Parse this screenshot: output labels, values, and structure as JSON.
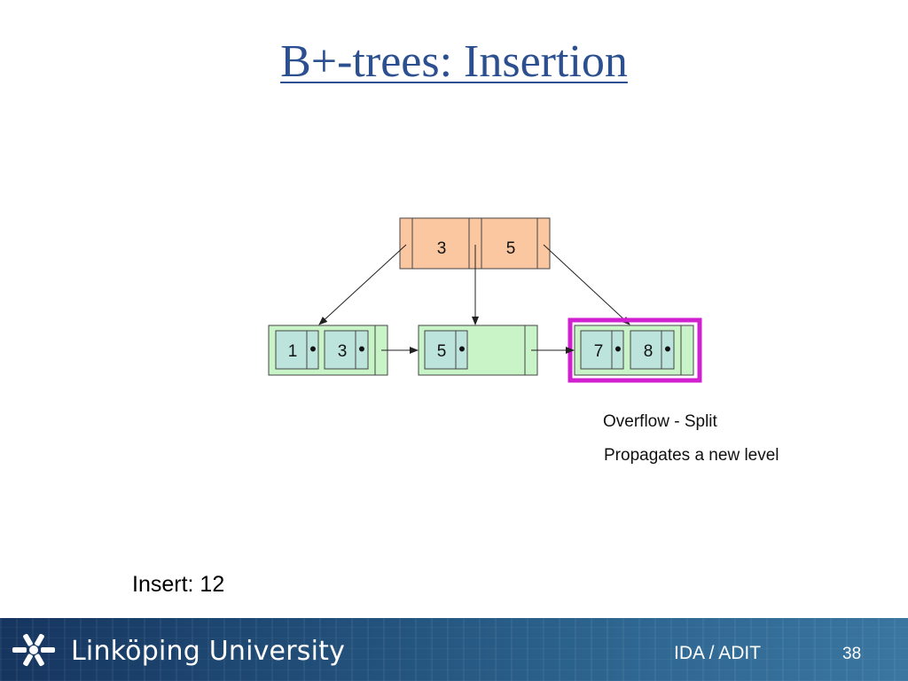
{
  "slide": {
    "title": "B+-trees: Insertion",
    "insert_label": "Insert: 12",
    "captions": {
      "overflow": "Overflow - Split",
      "propagates": "Propagates a new level"
    }
  },
  "tree": {
    "root": {
      "keys": [
        "3",
        "5"
      ]
    },
    "leaves": [
      {
        "keys": [
          "1",
          "3"
        ],
        "highlighted": false
      },
      {
        "keys": [
          "5"
        ],
        "highlighted": false
      },
      {
        "keys": [
          "7",
          "8"
        ],
        "highlighted": true
      }
    ],
    "pointer_glyph": "•"
  },
  "footer": {
    "university": "Linköping University",
    "department": "IDA / ADIT",
    "page_number": "38"
  },
  "colors": {
    "title": "#2b4f8f",
    "root_fill": "#fbc7a0",
    "leaf_fill": "#c8f4c8",
    "key_fill": "#bde4dc",
    "highlight_border": "#d020d0",
    "footer_bg": "#24557f"
  },
  "icons": {
    "logo": "linkoping-university-logo-icon"
  }
}
